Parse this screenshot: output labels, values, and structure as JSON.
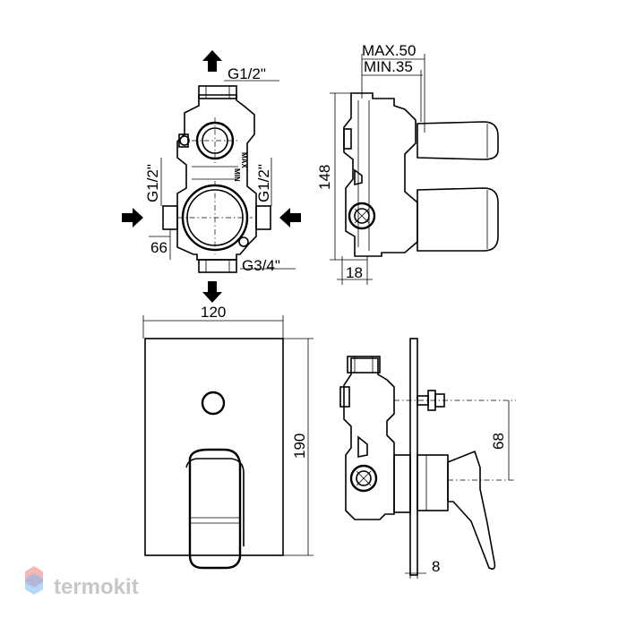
{
  "labels": {
    "top_outlet": "G1/2\"",
    "left_inlet": "G1/2\"",
    "right_inlet": "G1/2\"",
    "bottom_outlet": "G3/4\"",
    "dim_66": "66",
    "max_depth": "MAX.50",
    "min_depth": "MIN.35",
    "height_body": "148",
    "depth_18": "18",
    "plate_width": "120",
    "plate_height": "190",
    "handle_offset": "68",
    "plate_thickness": "8",
    "body_mark_max": "MAX",
    "body_mark_min": "MIN"
  },
  "watermark": {
    "text": "termokit",
    "color": "#c7c7c7",
    "logo_colors": [
      "#f27c7c",
      "#7cb6f2"
    ]
  }
}
